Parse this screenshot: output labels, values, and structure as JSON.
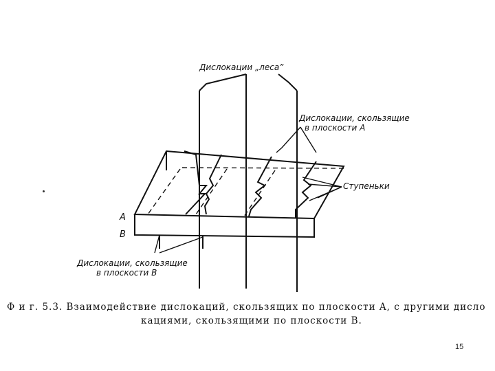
{
  "figure": {
    "labels": {
      "forest_dislocations": "Дислокации „леса”",
      "slip_a_line1": "Дислокации, скользящие",
      "slip_a_line2": "в плоскости A",
      "steps": "Ступеньки",
      "plane_a": "A",
      "plane_b": "B",
      "slip_b_line1": "Дислокации, скользящие",
      "slip_b_line2": "в плоскости B"
    },
    "caption_line1": "Ф и г. 5.3. Взаимодействие дислокаций, скользящих по плоскости A, с другими дисло",
    "caption_line2": "кациями, скользящими по плоскости B."
  },
  "slide": {
    "page_number": "15"
  }
}
